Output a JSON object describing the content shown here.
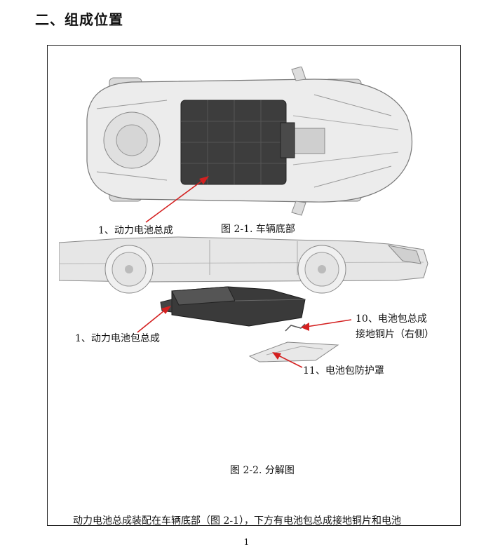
{
  "heading": "二、组成位置",
  "figure1": {
    "caption": "图 2-1. 车辆底部",
    "callout_1": "1、动力电池总成"
  },
  "figure2": {
    "caption": "图 2-2. 分解图",
    "callout_1": "1、动力电池包总成",
    "callout_10_line1": "10、电池包总成",
    "callout_10_line2": "接地铜片（右侧）",
    "callout_11": "11、电池包防护罩"
  },
  "body_text": "动力电池总成装配在车辆底部（图 2-1），下方有电池包总成接地铜片和电池",
  "page_number": "1",
  "colors": {
    "arrow": "#d42020",
    "battery": "#3a3a3a",
    "car_body": "#e6e6e6"
  }
}
